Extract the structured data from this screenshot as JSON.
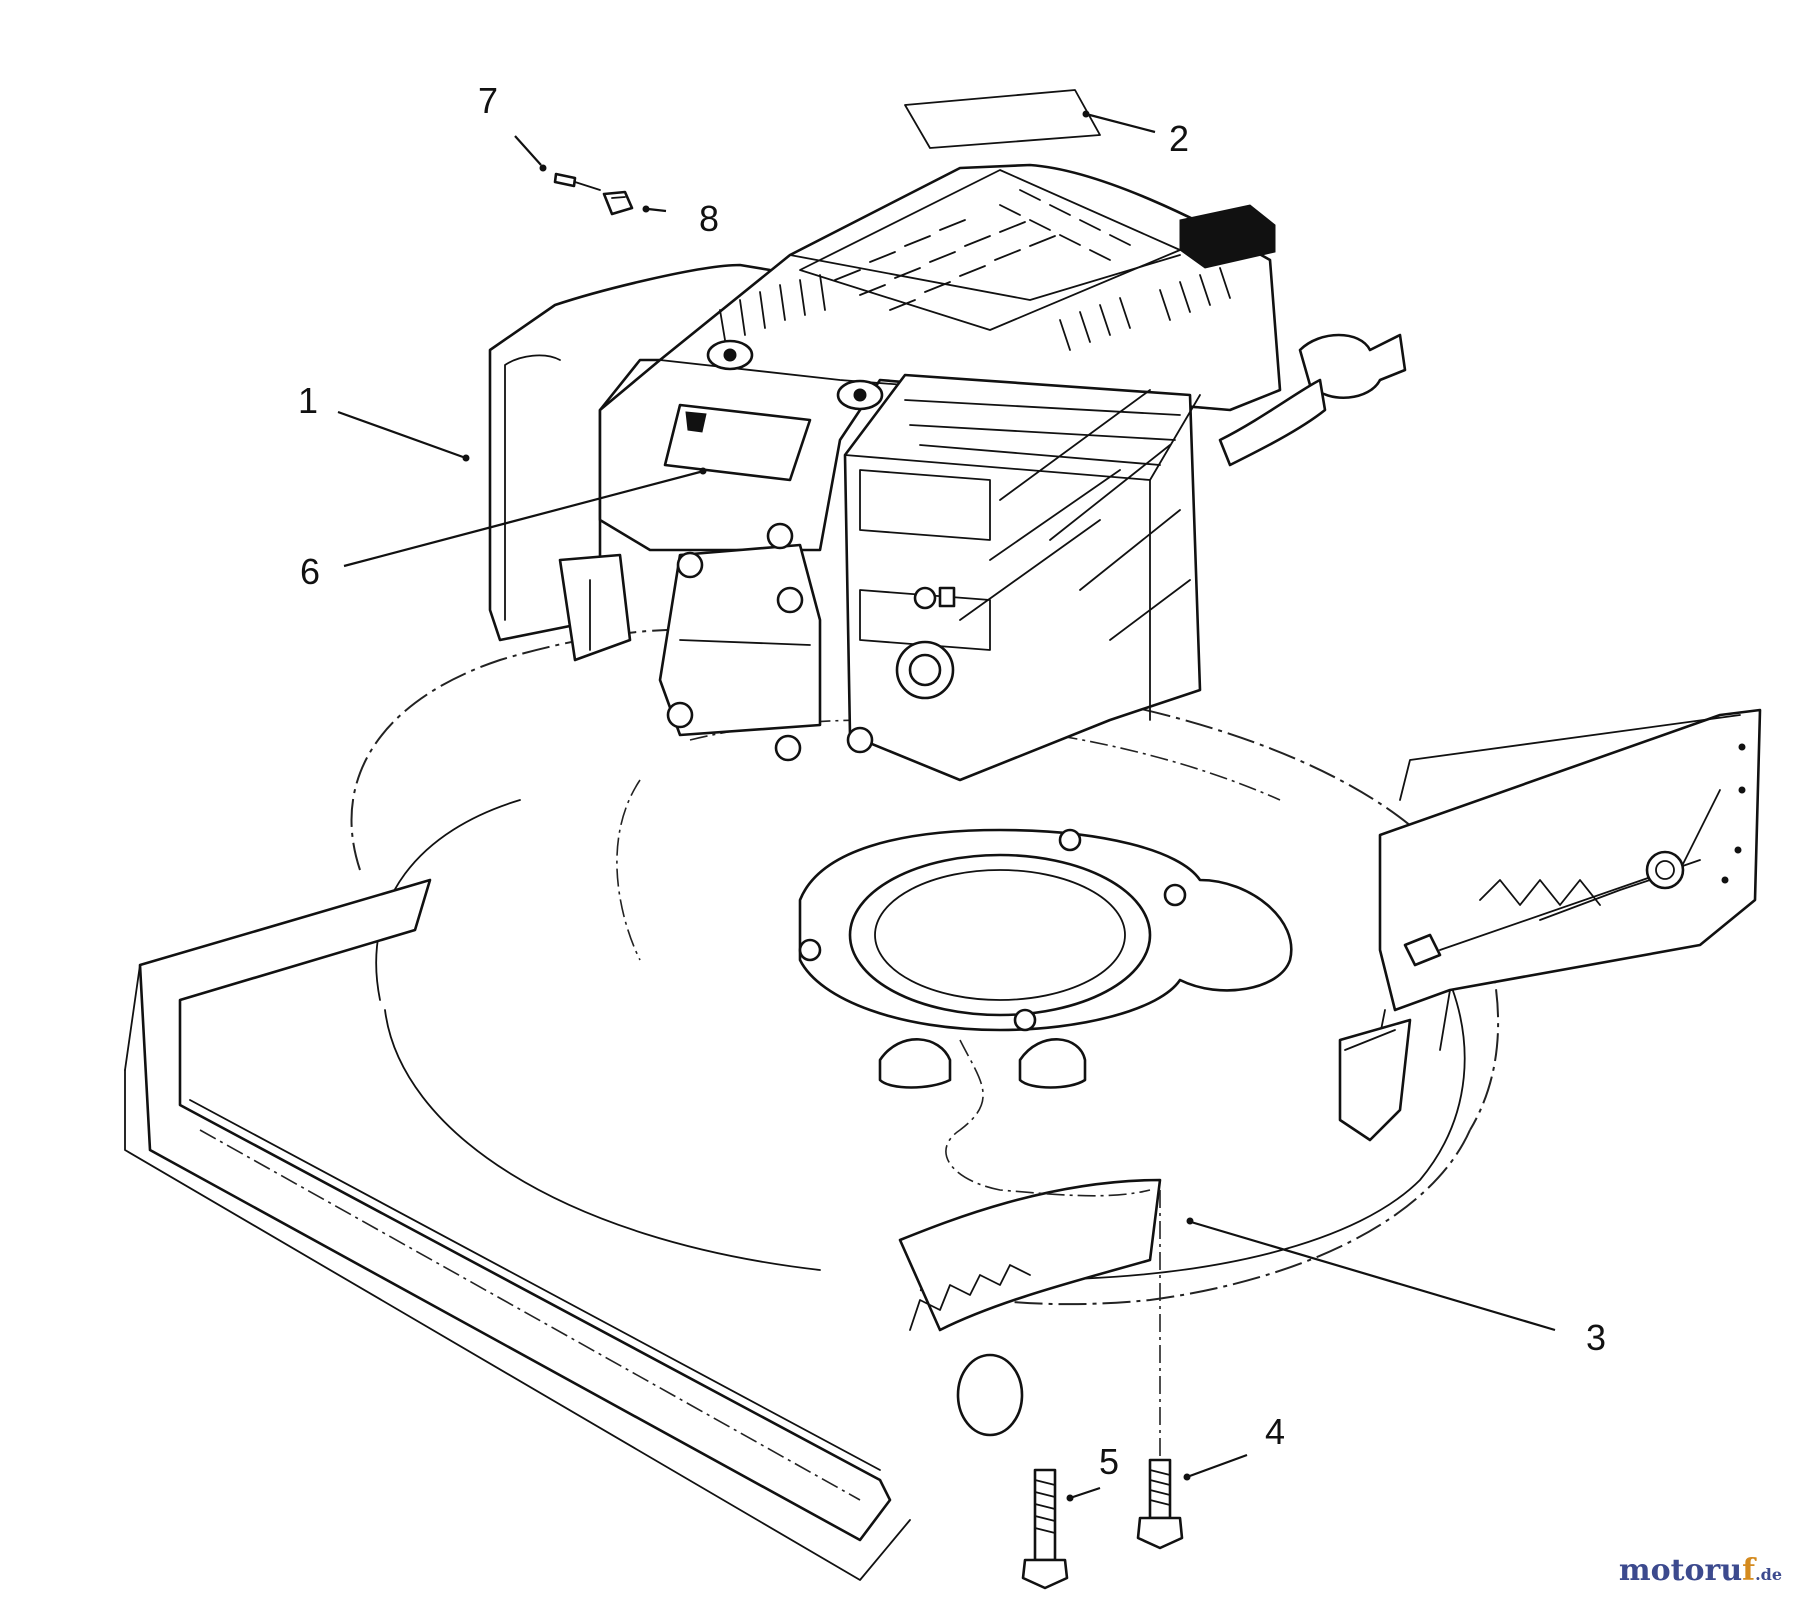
{
  "callouts": [
    {
      "id": "1",
      "label": "1"
    },
    {
      "id": "2",
      "label": "2"
    },
    {
      "id": "3",
      "label": "3"
    },
    {
      "id": "4",
      "label": "4"
    },
    {
      "id": "5",
      "label": "5"
    },
    {
      "id": "6",
      "label": "6"
    },
    {
      "id": "7",
      "label": "7"
    },
    {
      "id": "8",
      "label": "8"
    }
  ],
  "watermark": {
    "main": "motoru",
    "accent": "f",
    "tld": ".de"
  },
  "colors": {
    "line": "#111111",
    "background": "#ffffff",
    "watermark_blue": "#3c4a8e",
    "watermark_orange": "#d48a1e"
  }
}
